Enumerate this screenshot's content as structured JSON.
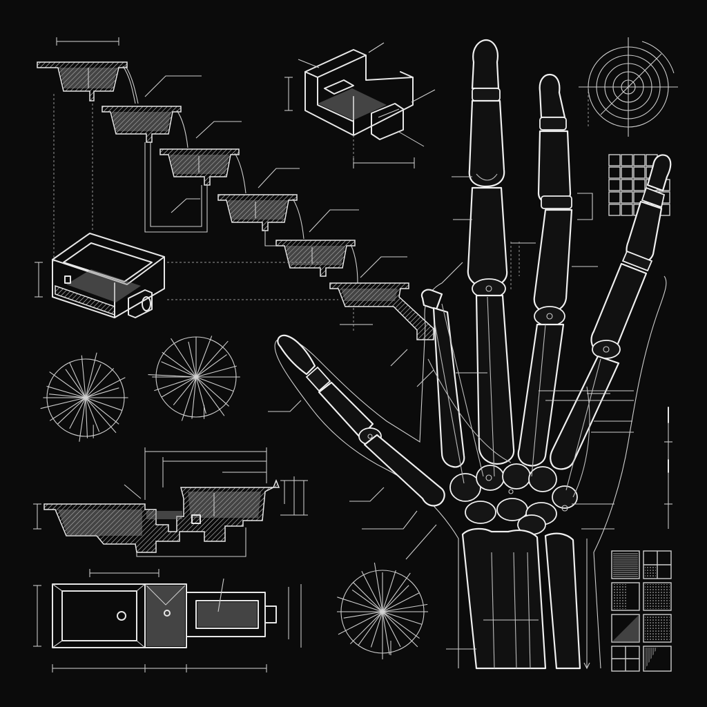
{
  "canvas": {
    "background": "#0b0b0b",
    "line_color": "#e8e8e8",
    "fill_color": "#8a8a8a"
  },
  "sheet": {
    "style": "technical-blueprint",
    "panels": [
      {
        "name": "cascading-basins"
      },
      {
        "name": "isometric-channel"
      },
      {
        "name": "hand-skeleton"
      },
      {
        "name": "reservoir-box"
      },
      {
        "name": "radial-diagrams"
      },
      {
        "name": "basin-section"
      },
      {
        "name": "basin-plan"
      },
      {
        "name": "pattern-swatches"
      },
      {
        "name": "grid-swatch"
      },
      {
        "name": "radial-target"
      }
    ]
  }
}
